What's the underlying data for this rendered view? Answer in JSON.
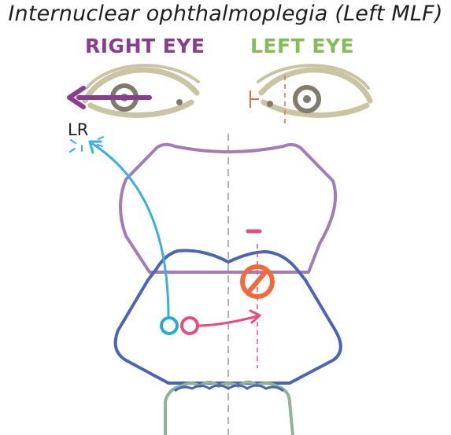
{
  "title": "Internuclear ophthalmoplegia (Left MLF)",
  "labels": {
    "right_eye": "RIGHT EYE",
    "left_eye": "LEFT EYE",
    "lateral_rectus": "LR",
    "mlf_lesion_mark": "-"
  },
  "colors": {
    "right_eye_label": "#8a3d8e",
    "left_eye_label": "#84bd55",
    "eye_outline": "#c9c5a3",
    "iris": "#807b6b",
    "gaze_arrow": "#8a3d8e",
    "lesion": "#f06a3b",
    "midbrain_outline": "#a37bb6",
    "pons_outline": "#4a66b1",
    "medulla_outline": "#8fb397",
    "abducens_nucleus": "#2aa9d9",
    "pprf_nucleus": "#e84b7f",
    "mlf_pathway": "#e84b7f",
    "lr_nerve": "#37b0e0"
  },
  "icons": {
    "lesion": "no-symbol-icon",
    "right_eye": "eye-icon",
    "left_eye": "eye-icon"
  }
}
